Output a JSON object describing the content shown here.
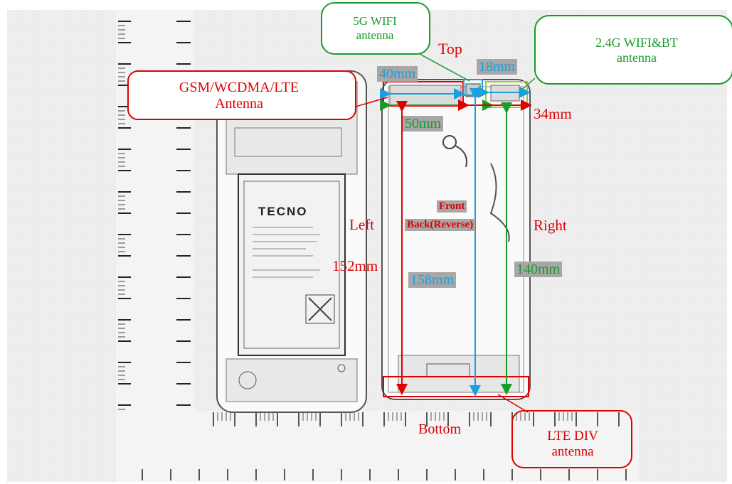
{
  "labels": {
    "wifi5g": "5G WIFI\nantenna",
    "wifi24": "2.4G WIFI&BT\nantenna",
    "gsm": "GSM/WCDMA/LTE\nAntenna",
    "ltediv": "LTE DIV\nantenna",
    "top": "Top",
    "bottom": "Bottom",
    "left": "Left",
    "right": "Right",
    "front": "Front",
    "back": "Back(Reverse)",
    "battery_brand": "TECNO"
  },
  "dims": {
    "d40": "40mm",
    "d18": "18mm",
    "d50": "50mm",
    "d34": "34mm",
    "d152": "152mm",
    "d158": "158mm",
    "d140": "140mm"
  },
  "colors": {
    "red": "#e00000",
    "green": "#1a9a2a",
    "blue": "#1aa0e0",
    "label_bg": "#a7a7a7"
  }
}
